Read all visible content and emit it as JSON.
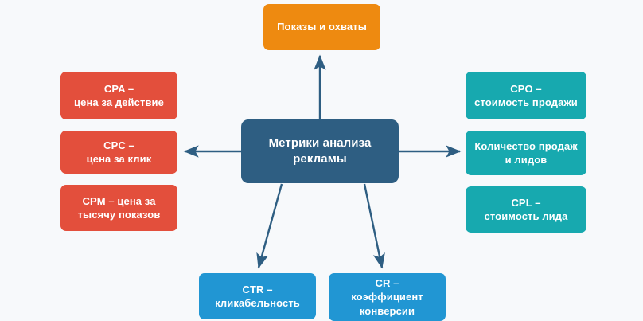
{
  "diagram": {
    "title": "Метрики анализа рекламы",
    "background_color": "#f7f9fb",
    "arrow_color": "#2e5e82",
    "center": {
      "label": "Метрики анализа\nрекламы",
      "color": "#2e5e82"
    },
    "nodes": [
      {
        "id": "impressions",
        "label": "Показы и охваты",
        "color": "#ee8a10",
        "group": "orange",
        "position": "top"
      },
      {
        "id": "cpa",
        "label": "CPA –\nцена за действие",
        "color": "#e34f3c",
        "group": "red",
        "position": "left"
      },
      {
        "id": "cpc",
        "label": "CPC –\nцена за клик",
        "color": "#e34f3c",
        "group": "red",
        "position": "left"
      },
      {
        "id": "cpm",
        "label": "CPM – цена за\nтысячу показов",
        "color": "#e34f3c",
        "group": "red",
        "position": "left"
      },
      {
        "id": "cpo",
        "label": "CPO –\nстоимость продажи",
        "color": "#17a9af",
        "group": "teal",
        "position": "right"
      },
      {
        "id": "sales",
        "label": "Количество продаж\nи лидов",
        "color": "#17a9af",
        "group": "teal",
        "position": "right"
      },
      {
        "id": "cpl",
        "label": "CPL –\nстоимость лида",
        "color": "#17a9af",
        "group": "teal",
        "position": "right"
      },
      {
        "id": "ctr",
        "label": "CTR –\nкликабельность",
        "color": "#2196d3",
        "group": "blue",
        "position": "bottom"
      },
      {
        "id": "cr",
        "label": "CR –\nкоэффициент\nконверсии",
        "color": "#2196d3",
        "group": "blue",
        "position": "bottom"
      }
    ],
    "arrows": [
      {
        "id": "arrow-up",
        "from": "center",
        "to": "impressions",
        "direction": "up"
      },
      {
        "id": "arrow-left",
        "from": "center",
        "to": "cpc",
        "direction": "left"
      },
      {
        "id": "arrow-right",
        "from": "center",
        "to": "sales",
        "direction": "right"
      },
      {
        "id": "arrow-down-left",
        "from": "center",
        "to": "ctr",
        "direction": "down-left"
      },
      {
        "id": "arrow-down-right",
        "from": "center",
        "to": "cr",
        "direction": "down-right"
      }
    ]
  }
}
